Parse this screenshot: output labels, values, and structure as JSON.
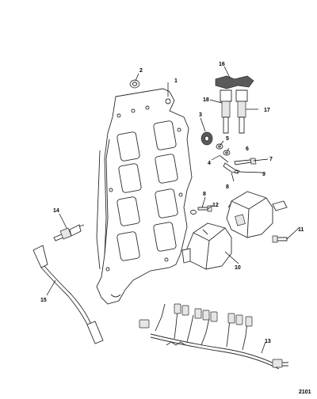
{
  "callouts": {
    "c1": "1",
    "c2": "2",
    "c3": "3",
    "c4": "4",
    "c5": "5",
    "c6": "6",
    "c7": "7",
    "c8a": "8",
    "c8b": "8",
    "c9": "9",
    "c10": "10",
    "c11": "11",
    "c12": "12",
    "c13": "13",
    "c14": "14",
    "c15": "15",
    "c16": "16",
    "c17": "17",
    "c18": "18"
  },
  "reference_code": "2101"
}
